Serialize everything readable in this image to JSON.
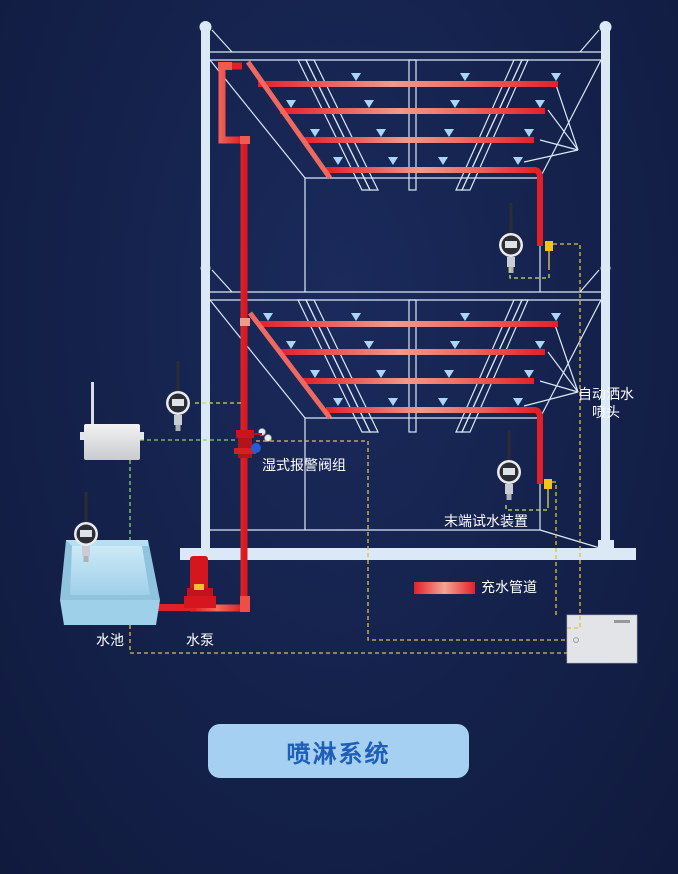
{
  "title": "喷淋系统",
  "labels": {
    "sprinkler_head": [
      "自动洒水",
      "喷头"
    ],
    "alarm_valve": "湿式报警阀组",
    "end_test": "末端试水装置",
    "pool": "水池",
    "pump": "水泵"
  },
  "legend": {
    "filled_pipe": "充水管道"
  },
  "colors": {
    "background": "#14214a",
    "pipe_red": "#e3202a",
    "pipe_highlight": "#f19a8a",
    "frame": "#dbe8f6",
    "sprinkler": "#a9d6f5",
    "signal_dashed_yellow": "#d8c24a",
    "signal_dashed_green": "#9bd36a",
    "title_bg": "#a6d0f2",
    "title_text": "#1f5fb8"
  },
  "icons": {
    "sprinkler": "sprinkler-head-icon",
    "pressure_gauge": "wireless-pressure-gauge-icon",
    "gateway": "wireless-gateway-icon",
    "controller": "controller-box-icon",
    "pump": "fire-pump-icon",
    "valve": "alarm-valve-icon",
    "flow_switch": "end-test-switch-icon"
  }
}
